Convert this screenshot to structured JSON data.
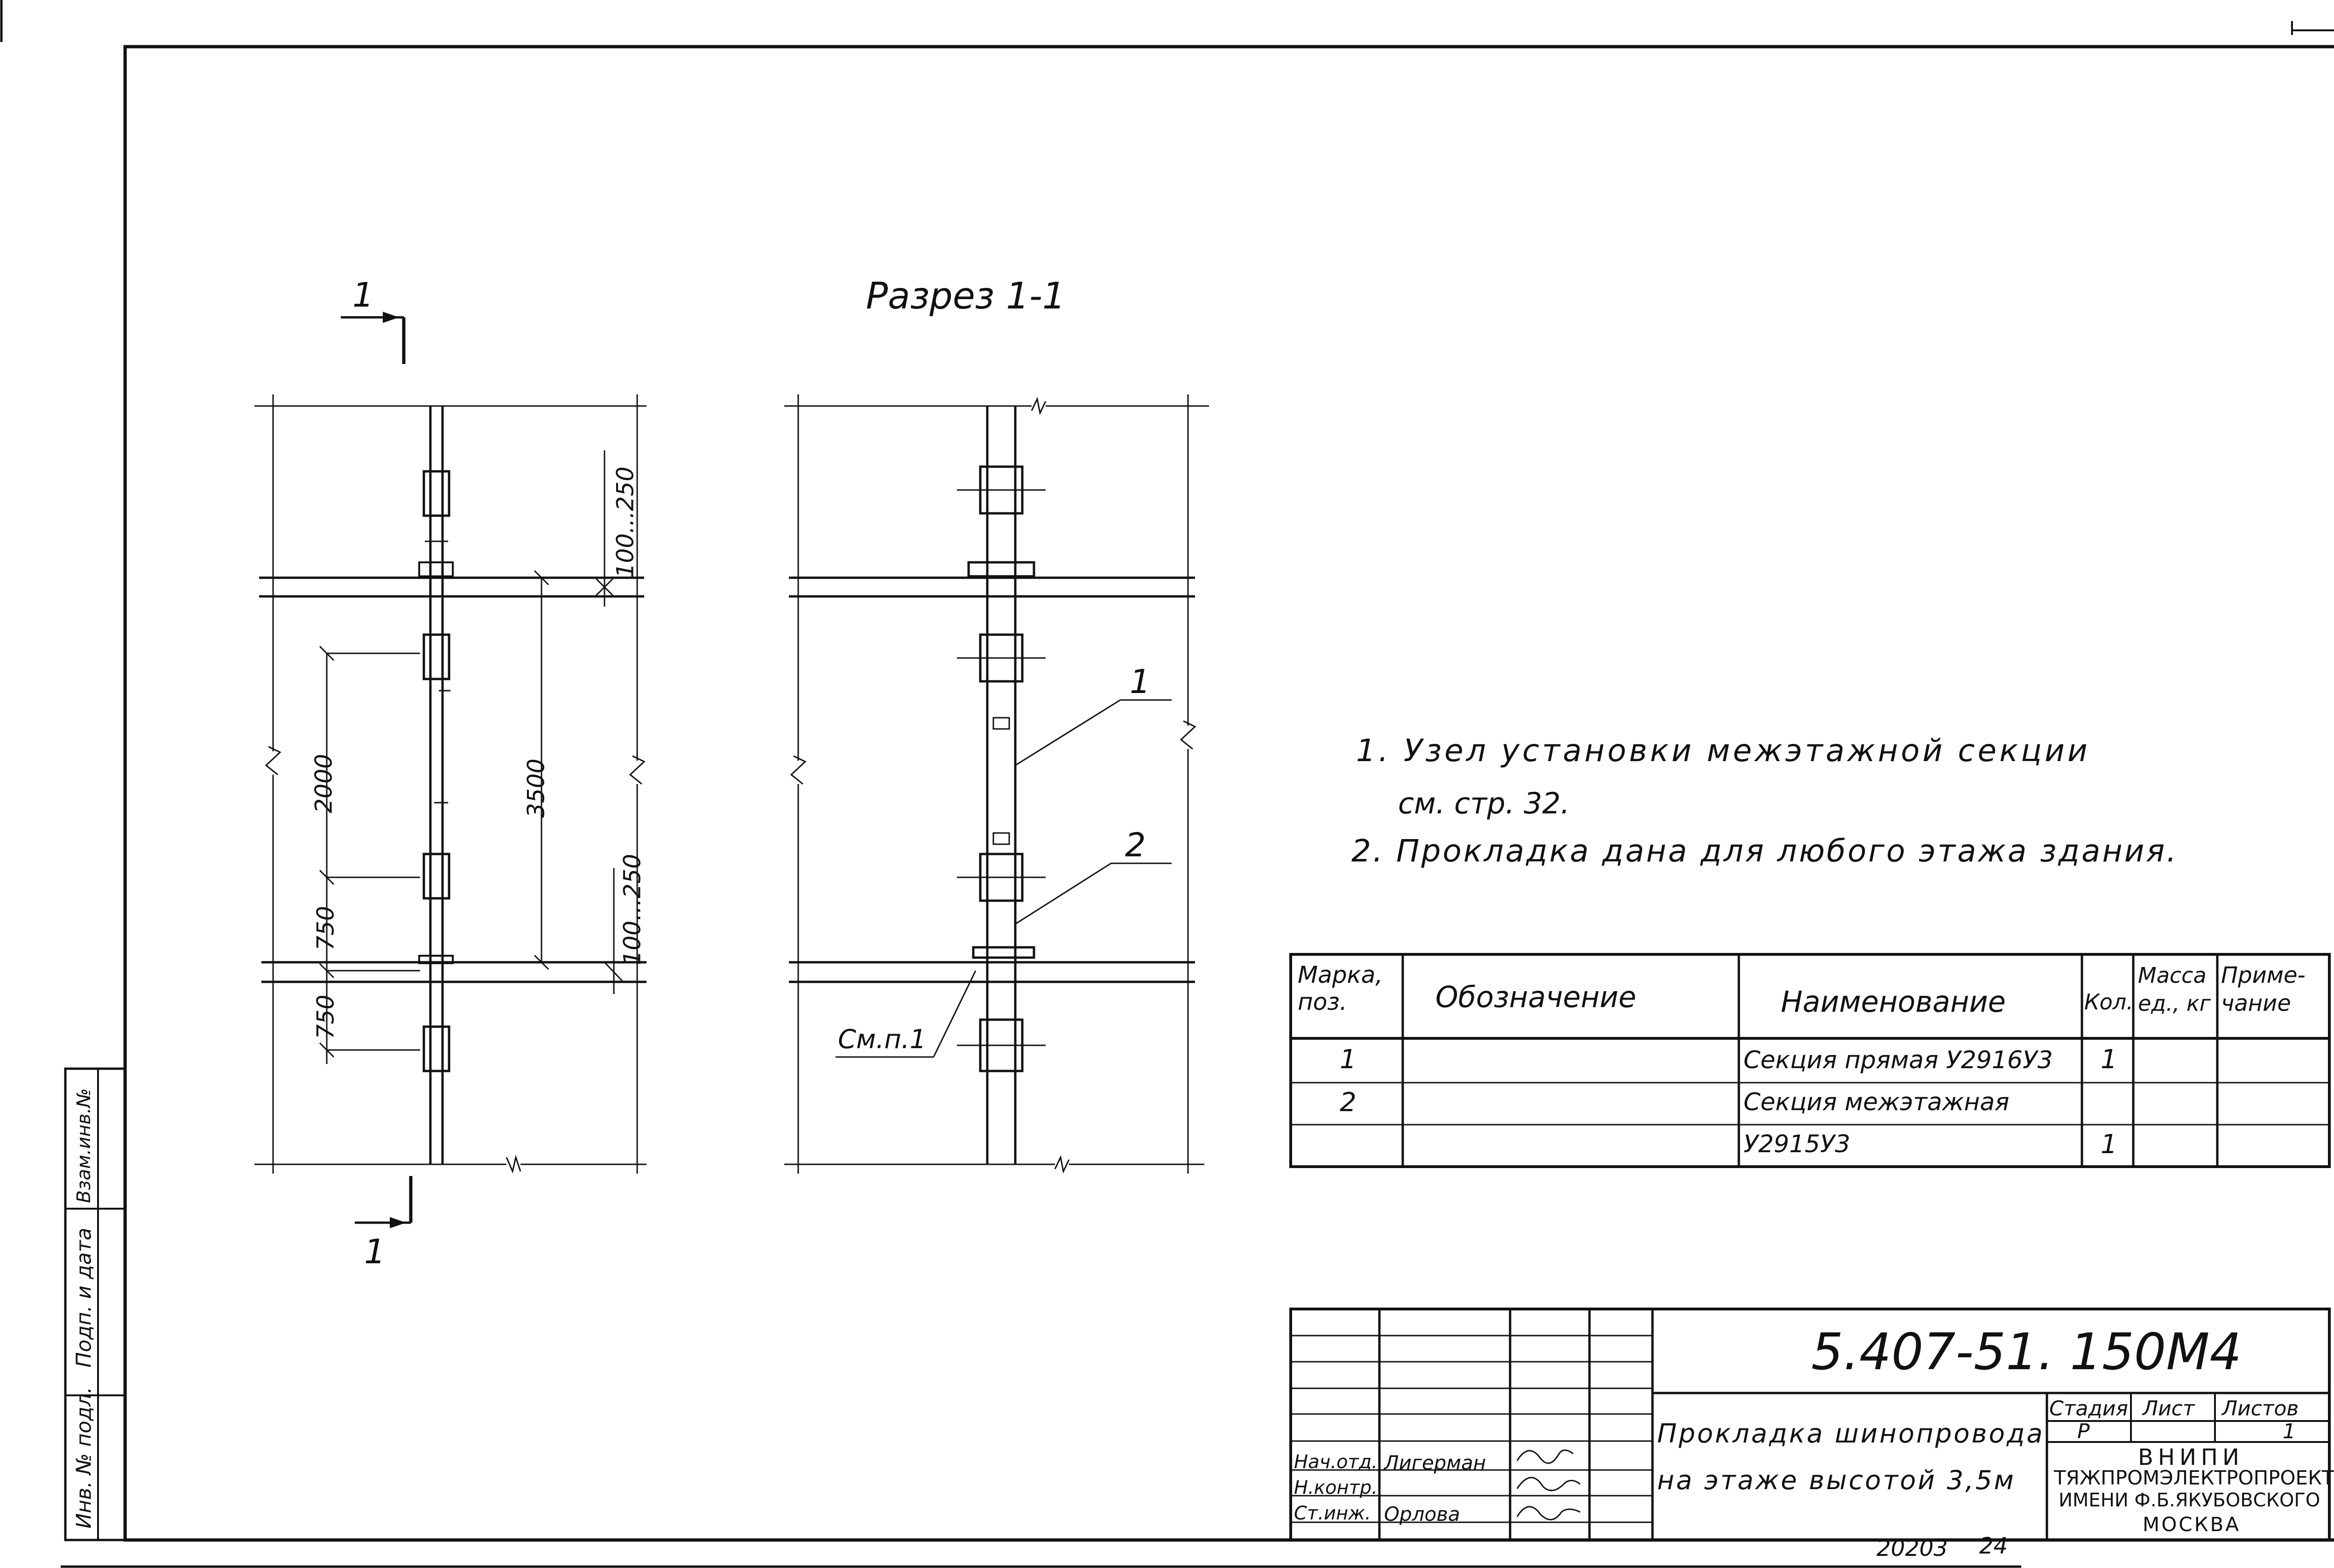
{
  "section_title": "Разрез 1-1",
  "section_marks": {
    "top": "1",
    "bottom": "1"
  },
  "dimensions": {
    "d_100_250_top": "100...250",
    "d_2000": "2000",
    "d_3500": "3500",
    "d_100_250_bottom": "100...250",
    "d_750_upper": "750",
    "d_750_lower": "750"
  },
  "callouts": {
    "pos1": "1",
    "pos2": "2",
    "note_ref": "См.п.1"
  },
  "notes": [
    "1. Узел установки межэтажной секции",
    "см. стр. 32.",
    "2. Прокладка дана для любого этажа здания."
  ],
  "spec_table": {
    "headers": {
      "mark": "Марка, поз.",
      "designation": "Обозначение",
      "name": "Наименование",
      "qty": "Кол.",
      "mass": "Масса ед., кг",
      "note": "Приме- чание"
    },
    "rows": [
      {
        "mark": "1",
        "designation": "",
        "name": "Секция прямая У2916У3",
        "qty": "1",
        "mass": "",
        "note": ""
      },
      {
        "mark": "2",
        "designation": "",
        "name": "Секция межэтажная",
        "qty": "",
        "mass": "",
        "note": ""
      },
      {
        "mark": "",
        "designation": "",
        "name": "У2915У3",
        "qty": "1",
        "mass": "",
        "note": ""
      }
    ]
  },
  "title_block": {
    "code": "5.407-51. 150М4",
    "title_line1": "Прокладка шинопровода",
    "title_line2": "на этаже высотой 3,5м",
    "stage_label": "Стадия",
    "sheet_label": "Лист",
    "sheets_label": "Листов",
    "stage_value": "Р",
    "sheets_value": "1",
    "org_line1": "ВНИПИ",
    "org_line2": "ТЯЖПРОМЭЛЕКТРОПРОЕКТ",
    "org_line3": "ИМЕНИ Ф.Б.ЯКУБОВСКОГО",
    "org_line4": "МОСКВА",
    "roles": [
      {
        "role": "Нач.отд.",
        "name": "Лигерман"
      },
      {
        "role": "Н.контр.",
        "name": ""
      },
      {
        "role": "Ст.инж.",
        "name": "Орлова"
      }
    ]
  },
  "side_stamp": [
    "Инв. № подл.",
    "Подп. и дата",
    "Взам.инв.№"
  ],
  "footer": {
    "number": "20203",
    "page": "24"
  }
}
